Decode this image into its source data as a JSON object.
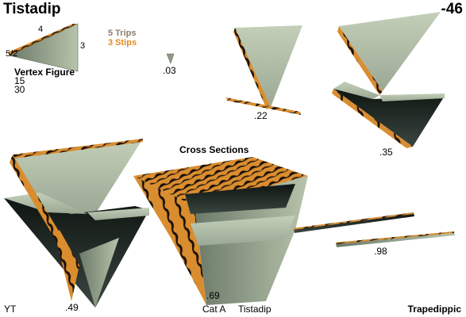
{
  "title": "Tistadip",
  "number": "-46",
  "vertex_figure": {
    "label": "Vertex Figure",
    "edge_top": "4",
    "edge_right": "3",
    "vertex_left": "5/2",
    "count_a": "15",
    "count_b": "30"
  },
  "legend": {
    "trips": "5 Trips",
    "stips": "3 Stips"
  },
  "cross_sections_label": "Cross Sections",
  "section_labels": [
    ".03",
    ".22",
    ".35",
    ".49",
    ".69",
    ".98"
  ],
  "footer": {
    "left": "YT",
    "category": "Cat A",
    "name": "Tistadip",
    "family": "Trapedippic"
  },
  "colors": {
    "face_light": "#b9c7ad",
    "face_mid": "#8d9b86",
    "face_dark": "#1c221e",
    "tiger_orange": "#d98d2f",
    "tiger_stripe": "#1a1008",
    "trips_text": "#8a7d6f",
    "stips_text": "#e08a1e"
  }
}
